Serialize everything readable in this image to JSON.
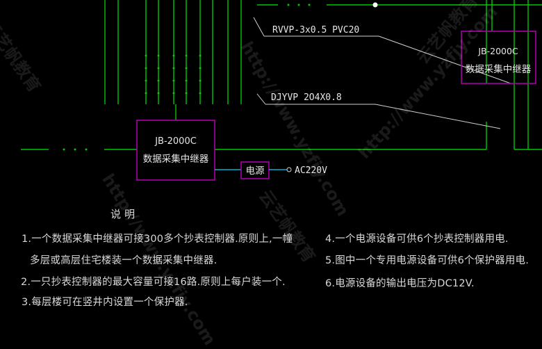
{
  "diagram": {
    "repeater_bottom": {
      "line1": "JB-2000C",
      "line2": "数据采集中继器"
    },
    "repeater_top": {
      "line1": "JB-2000C",
      "line2": "数据采集中继器"
    },
    "power_label": "电源",
    "power_output": "AC220V",
    "cable1_label": "RVVP-3x0.5 PVC20",
    "cable2_label": "DJYVP  2O4X0.8",
    "colors": {
      "wire": "#00c800",
      "box": "#b400b4",
      "link": "#00b4d2",
      "leader": "#d0d0d0"
    }
  },
  "notes": {
    "title": "说  明",
    "left": [
      "1.一个数据采集中继器可接300多个抄表控制器.原则上,一幢",
      "多层或高层住宅楼装一个数据采集中继器.",
      "2.一只抄表控制器的最大容量可接16路.原则上每户装一个.",
      "3.每层楼可在竖井内设置一个保护器."
    ],
    "right": [
      "4.一个电源设备可供6个抄表控制器用电.",
      "5.图中一个专用电源设备可供6个保护器用电.",
      "6.电源设备的输出电压为DC12V."
    ]
  },
  "watermark": {
    "url": "http://www.yzfjy.com",
    "brand": "云艺帆教育"
  }
}
